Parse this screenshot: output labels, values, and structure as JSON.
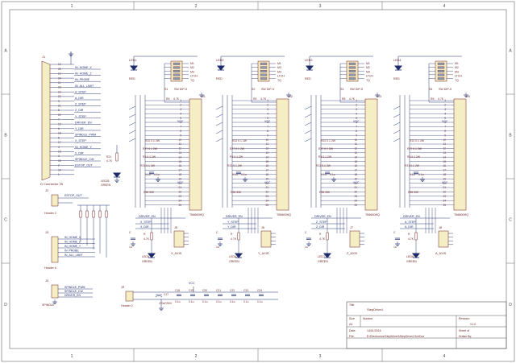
{
  "frame": {
    "cols": [
      "1",
      "2",
      "3",
      "4"
    ],
    "rows": [
      "A",
      "B",
      "C",
      "D"
    ]
  },
  "connector_db25": {
    "ref": "J1",
    "name": "D Connector 25",
    "pins": [
      "13",
      "25",
      "12",
      "24",
      "11",
      "23",
      "10",
      "22",
      "9",
      "21",
      "8",
      "20",
      "7",
      "19",
      "6",
      "18",
      "5",
      "17",
      "4",
      "16",
      "3",
      "15",
      "2",
      "14",
      "1"
    ],
    "signals": [
      "IN_HOME_X",
      "IN_HOME_Z",
      "IN_PROBE",
      "IN_ALL_LIMIT",
      "A_STEP",
      "A_DIR",
      "Z_STEP",
      "Z_DIR",
      "Y_STEP",
      "DRIVER_EN",
      "Y_DIR",
      "SPINDLE_PWM",
      "X_STEP",
      "IN_HOME_Y",
      "X_DIR",
      "SPINDLE_CW",
      "ESTOP_OUT"
    ]
  },
  "status_led": {
    "r": "R21",
    "rv": "4.7K",
    "led": "LED25",
    "color": "GREEN"
  },
  "header_estop": {
    "ref": "J2",
    "signal": "ESTOP_OUT",
    "name": "Header 2"
  },
  "header_inputs": {
    "ref": "J3",
    "signals": [
      "IN_HOME_X",
      "IN_HOME_Z",
      "IN_HOME_Y",
      "IN_PROBE",
      "IN_ALL_LIMIT"
    ],
    "name": "Header 6"
  },
  "header_spindle": {
    "ref": "J4",
    "signals": [
      "SPINDLE_PWM",
      "SPINDLE_CW",
      "DRIVER_EN"
    ],
    "name": "SPINDLE"
  },
  "drivers": [
    {
      "led": "LED1",
      "sw": "S1",
      "ic": "U1",
      "out": "X_AXIS",
      "step": "X_STEP",
      "dir": "X_DIR",
      "en_led": "LED5",
      "hdr": "J5"
    },
    {
      "led": "LED2",
      "sw": "S2",
      "ic": "U2",
      "out": "Y_AXIS",
      "step": "Y_STEP",
      "dir": "Y_DIR",
      "en_led": "LED6",
      "hdr": "J6"
    },
    {
      "led": "LED3",
      "sw": "S3",
      "ic": "U3",
      "out": "Z_AXIS",
      "step": "Z_STEP",
      "dir": "Z_DIR",
      "en_led": "LED7",
      "hdr": "J7"
    },
    {
      "led": "LED4",
      "sw": "S4",
      "ic": "U4",
      "out": "A_AXIS",
      "step": "A_STEP",
      "dir": "A_DIR",
      "en_led": "LED8",
      "hdr": "J8"
    }
  ],
  "driver_common": {
    "led_color": "RED",
    "sw_type": "SW DIP-5",
    "sw_labels": [
      "M1",
      "M2",
      "M3",
      "LTCH",
      "TQ"
    ],
    "ic_part": "TB6600HQ",
    "vcc": "VCC",
    "driver_en": "DRIVER_EN",
    "rs": "0.1 2W",
    "rsense": "R3 0.1 2W",
    "rpull": "4.7K",
    "cap": "0.1u",
    "c1u": "1u",
    "rv": "R35 33K",
    "en_r": "4.7K",
    "green": "GREEN",
    "k": "K"
  },
  "power": {
    "hdr": "J9",
    "hdr_name": "Header 2",
    "vcc": "VCC",
    "electro": "470uF/50V",
    "caps": [
      "C17",
      "C18",
      "C19",
      "C20",
      "C21",
      "C22",
      "C23",
      "C24"
    ],
    "cap_val": "0.1u"
  },
  "title_block": {
    "title_label": "Title",
    "title": "StepDrive4",
    "size_label": "Size",
    "size": "A4",
    "number_label": "Number",
    "revision_label": "Revision",
    "revision": "V1.0",
    "date_label": "Date:",
    "date": "14/01/2016",
    "sheet_label": "Sheet   of",
    "file_label": "File:",
    "file": "E:\\Electronics\\StepDrive4\\StepDrive4.SchDoc",
    "drawn_label": "Drawn By:"
  }
}
